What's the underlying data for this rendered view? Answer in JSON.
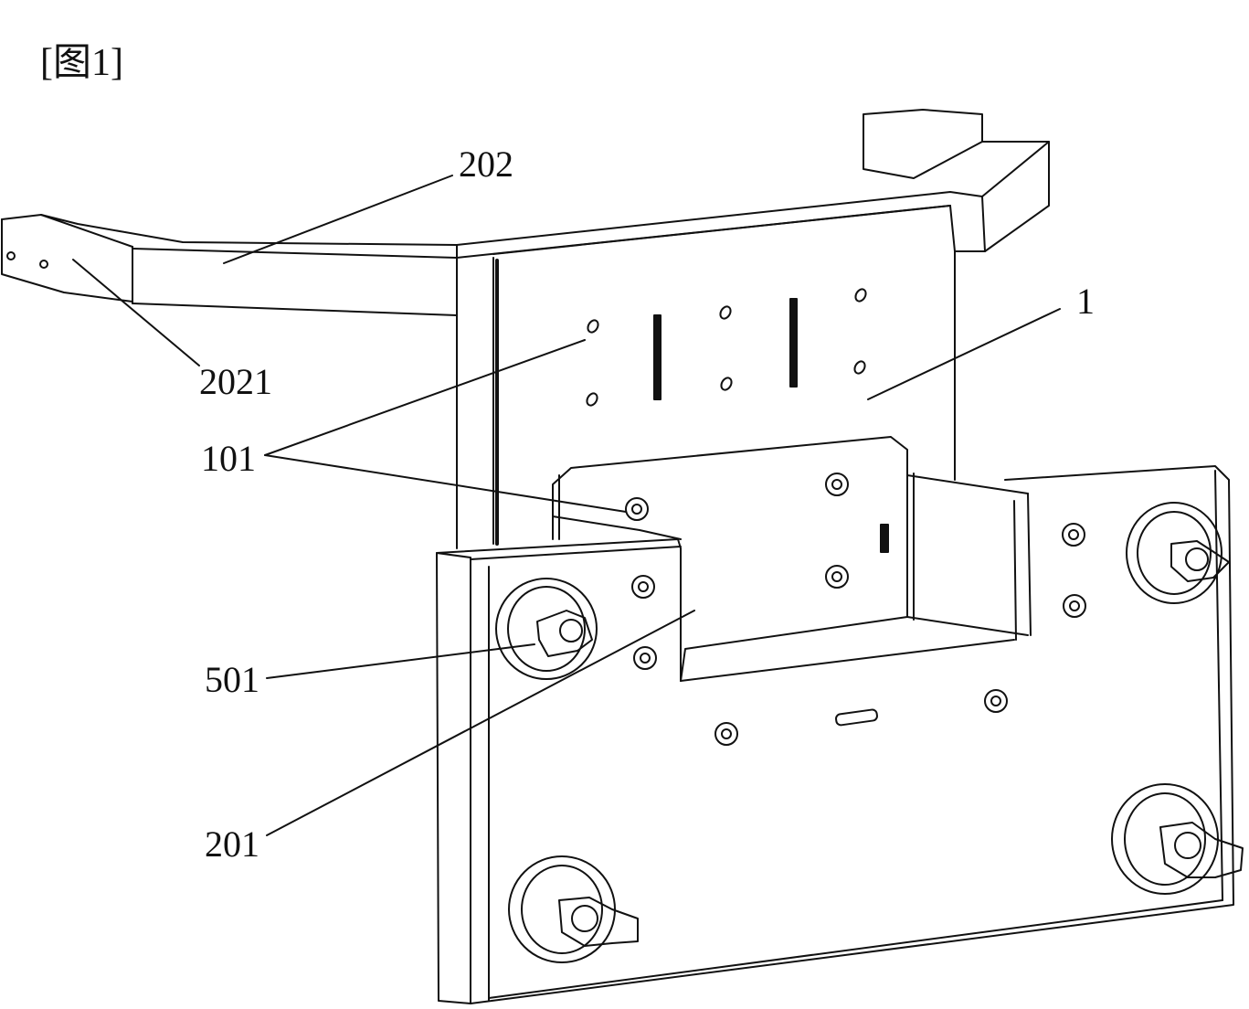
{
  "figure": {
    "title": "[图1]",
    "labels": {
      "l202": "202",
      "l2021": "2021",
      "l1": "1",
      "l101": "101",
      "l501": "501",
      "l201": "201"
    }
  },
  "colors": {
    "ink": "#111111",
    "background": "#ffffff"
  }
}
